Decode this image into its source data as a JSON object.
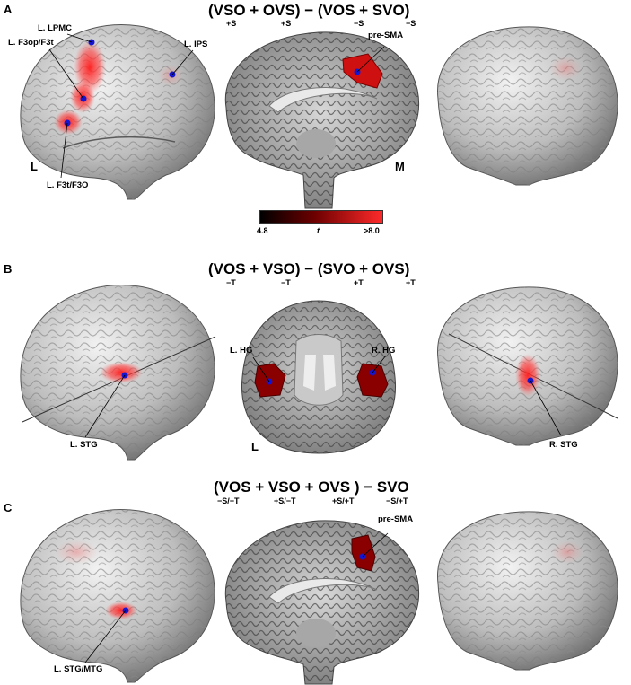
{
  "panels": [
    {
      "letter": "A",
      "title": "(VSO + OVS) − (VOS + SVO)",
      "subs": [
        "+S",
        "+S",
        "−S",
        "−S"
      ],
      "labels": {
        "lpmc": "L. LPMC",
        "f3op": "L. F3op/F3t",
        "ips": "L. IPS",
        "f3t": "L. F3t/F3O",
        "presma": "pre-SMA",
        "hemi": "L",
        "medial": "M"
      }
    },
    {
      "letter": "B",
      "title": "(VOS + VSO) − (SVO + OVS)",
      "subs": [
        "−T",
        "−T",
        "+T",
        "+T"
      ],
      "labels": {
        "lhg": "L. HG",
        "rhg": "R. HG",
        "lstg": "L. STG",
        "rstg": "R. STG",
        "hemi": "L"
      }
    },
    {
      "letter": "C",
      "title": "(VOS + VSO + OVS ) − SVO",
      "subs": [
        "−S/−T",
        "+S/−T",
        "+S/+T",
        "−S/+T"
      ],
      "labels": {
        "presma": "pre-SMA",
        "stgmtg": "L. STG/MTG"
      }
    }
  ],
  "colorbar": {
    "min_label": "4.8",
    "var_label": "t",
    "max_label": ">8.0",
    "colors": [
      "#000000",
      "#ff2a2a"
    ]
  }
}
